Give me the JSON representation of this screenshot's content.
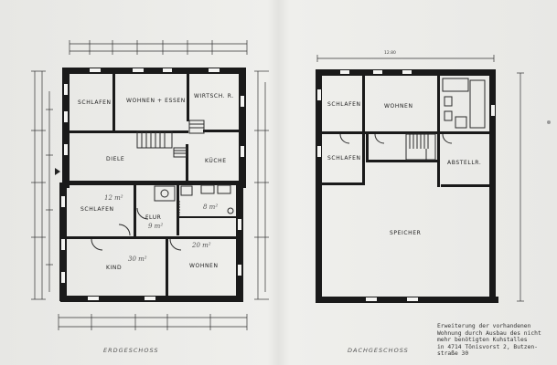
{
  "erdgeschoss": {
    "caption": "ERDGESCHOSS",
    "rooms": {
      "schlafen1": "SCHLAFEN",
      "wohnen_essen": "WOHNEN + ESSEN",
      "wirtsch": "WIRTSCH. R.",
      "diele": "DIELE",
      "kueche": "KÜCHE",
      "schlafen2": "SCHLAFEN",
      "flur": "FLUR",
      "kind": "KIND",
      "wohnen": "WOHNEN"
    },
    "areas": {
      "schlafen2": "12 m²",
      "flur": "9 m²",
      "kind": "30 m²",
      "wohnen": "20 m²",
      "bad": "8 m²"
    }
  },
  "dachgeschoss": {
    "caption": "DACHGESCHOSS",
    "top_dimension": "12.80",
    "rooms": {
      "schlafen1": "SCHLAFEN",
      "wohnen": "WOHNEN",
      "schlafen2": "SCHLAFEN",
      "abstell": "ABSTELLR.",
      "speicher": "SPEICHER"
    }
  },
  "description": [
    "Erweiterung der vorhandenen",
    "Wohnung durch Ausbau des nicht",
    "mehr benötigten Kuhstalles",
    "in 4714 Tönisvorst 2, Butzen-",
    "straße 30"
  ]
}
